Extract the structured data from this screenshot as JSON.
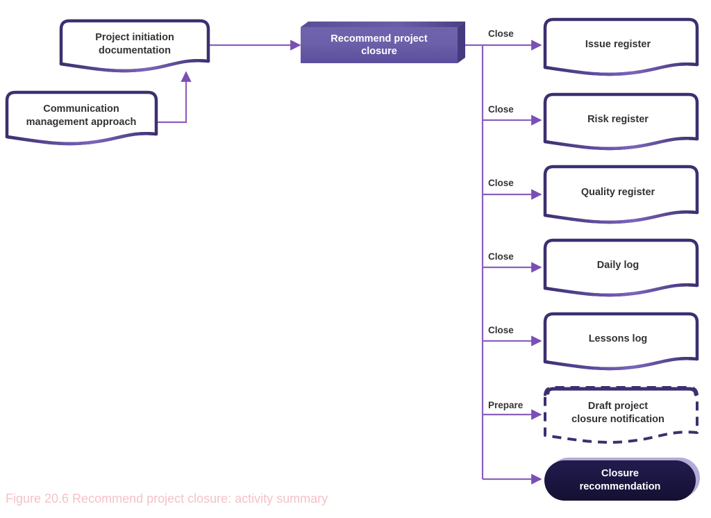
{
  "figure": {
    "caption": "Figure 20.6  Recommend project closure: activity summary",
    "caption_color": "#f4c2c8",
    "background": "#ffffff"
  },
  "colors": {
    "document_border": "#3d2f70",
    "document_fill": "#ffffff",
    "document_text": "#333333",
    "process_fill_light": "#7b6fb5",
    "process_fill_dark": "#5b4e9c",
    "process_top_edge": "#4a3f85",
    "process_text": "#ffffff",
    "output_fill": "#1b1640",
    "output_text": "#ffffff",
    "connector": "#8a5fc0",
    "arrow_head": "#7a4fb5",
    "edge_label_text": "#333333"
  },
  "inputs": [
    {
      "id": "project-initiation-documentation",
      "label_line1": "Project initiation",
      "label_line2": "documentation",
      "shape": "document"
    },
    {
      "id": "communication-management-approach",
      "label_line1": "Communication",
      "label_line2": "management approach",
      "shape": "document"
    }
  ],
  "process": {
    "id": "recommend-project-closure",
    "label_line1": "Recommend project",
    "label_line2": "closure",
    "shape": "process-3d"
  },
  "outputs": [
    {
      "id": "issue-register",
      "label_line1": "Issue register",
      "label_line2": "",
      "edge_label": "Close",
      "shape": "document",
      "style": "solid"
    },
    {
      "id": "risk-register",
      "label_line1": "Risk register",
      "label_line2": "",
      "edge_label": "Close",
      "shape": "document",
      "style": "solid"
    },
    {
      "id": "quality-register",
      "label_line1": "Quality register",
      "label_line2": "",
      "edge_label": "Close",
      "shape": "document",
      "style": "solid"
    },
    {
      "id": "daily-log",
      "label_line1": "Daily log",
      "label_line2": "",
      "edge_label": "Close",
      "shape": "document",
      "style": "solid"
    },
    {
      "id": "lessons-log",
      "label_line1": "Lessons log",
      "label_line2": "",
      "edge_label": "Close",
      "shape": "document",
      "style": "solid"
    },
    {
      "id": "draft-project-closure-notification",
      "label_line1": "Draft project",
      "label_line2": "closure notification",
      "edge_label": "Prepare",
      "shape": "document",
      "style": "dashed"
    },
    {
      "id": "closure-recommendation",
      "label_line1": "Closure",
      "label_line2": "recommendation",
      "edge_label": "",
      "shape": "pill",
      "style": "solid"
    }
  ]
}
